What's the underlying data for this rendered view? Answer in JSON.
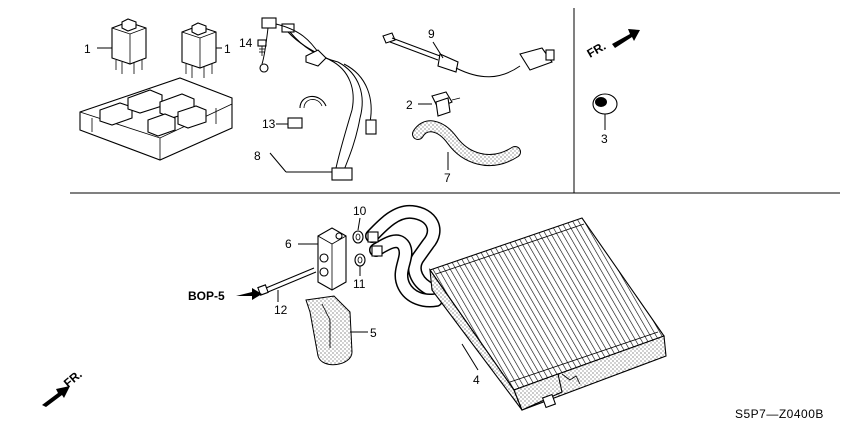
{
  "diagram": {
    "labels": {
      "relay_left": "1",
      "relay_right": "1",
      "grommet": "2",
      "bushing": "3",
      "evaporator": "4",
      "seal": "5",
      "expansion_valve": "6",
      "drain_hose": "7",
      "harness": "8",
      "thermistor": "9",
      "o_ring_upper": "10",
      "o_ring_lower": "11",
      "bolt": "12",
      "clip": "13",
      "screw": "14"
    },
    "front_arrow_upper": "FR.",
    "front_arrow_lower": "FR.",
    "reference": "BOP-5",
    "diagram_code": "S5P7—Z0400B"
  }
}
